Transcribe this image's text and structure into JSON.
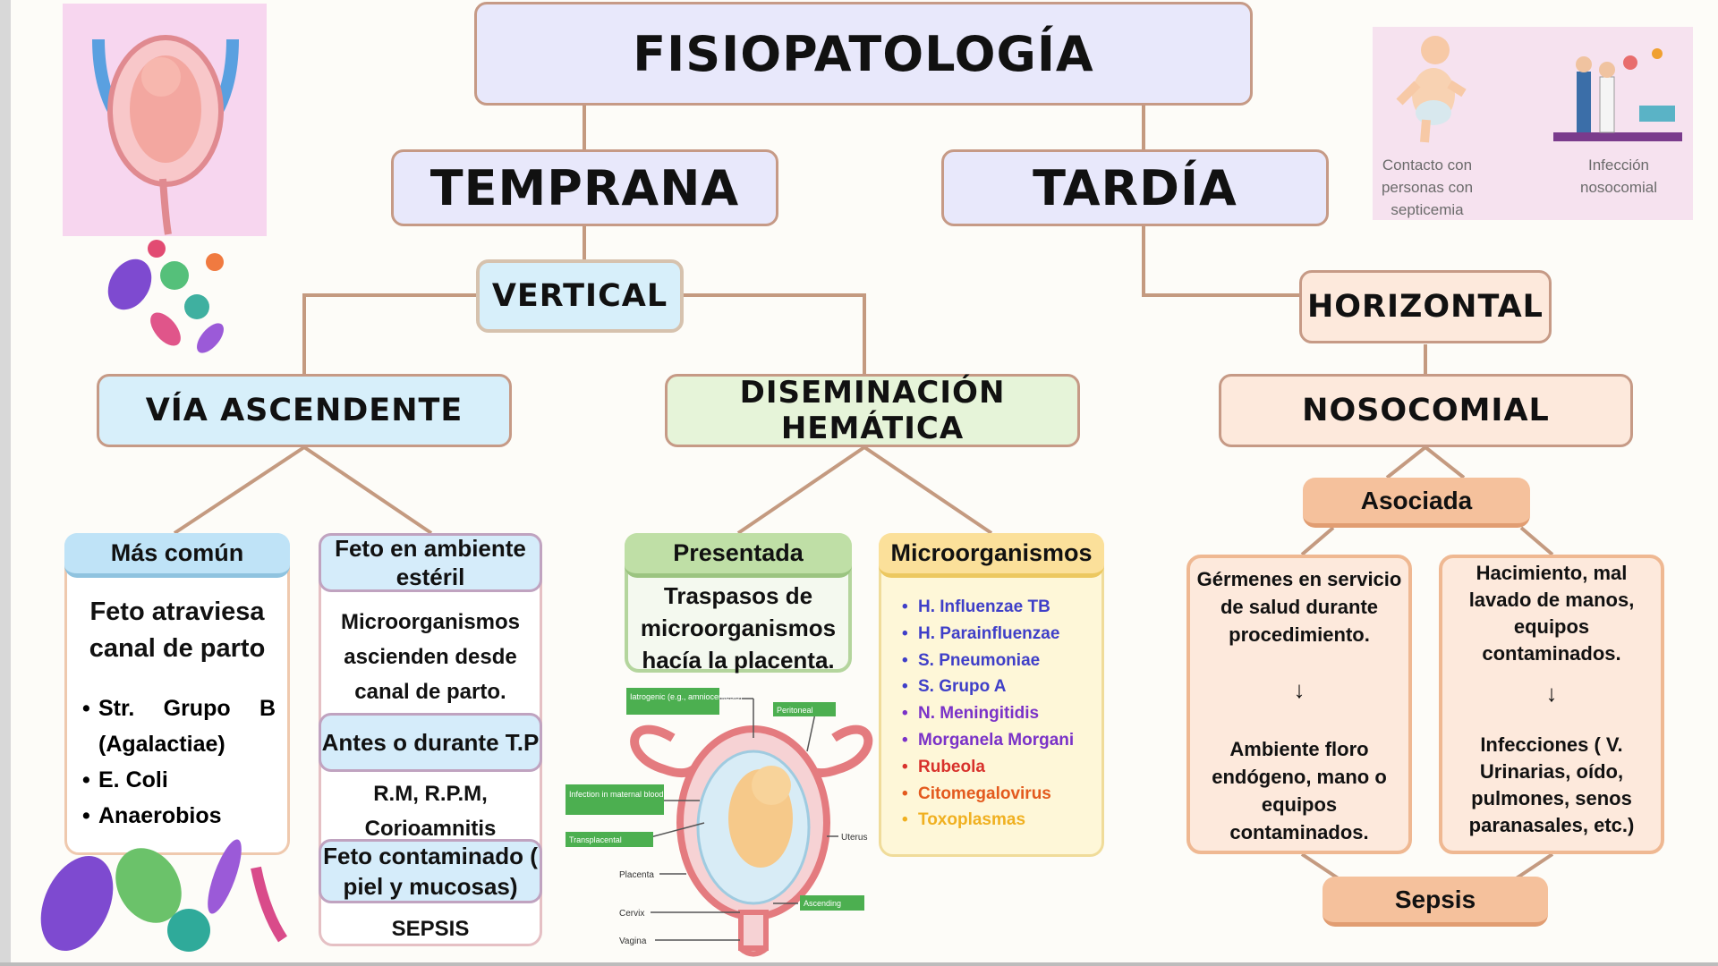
{
  "title": "FISIOPATOLOGÍA",
  "branches": {
    "early": "TEMPRANA",
    "late": "TARDÍA"
  },
  "vertical": {
    "label": "VERTICAL",
    "ascending": {
      "label": "VÍA ASCENDENTE",
      "most_common": {
        "header": "Más común",
        "body": "Feto atraviesa canal de parto",
        "items": [
          "Str.    Grupo    B (Agalactiae)",
          "E. Coli",
          "Anaerobios"
        ]
      },
      "sterile": {
        "header": "Feto en ambiente estéril",
        "body": "Microorganismos ascienden desde canal de parto.",
        "before_header": "Antes o durante T.P",
        "before_body": "R.M, R.P.M, Corioamnitis",
        "contaminated_header": "Feto contaminado ( piel y mucosas)",
        "footer": "SEPSIS"
      }
    },
    "hematic": {
      "label": "DISEMINACIÓN HEMÁTICA",
      "presented": {
        "header": "Presentada",
        "body": "Traspasos de microorganismos hacía la placenta."
      },
      "microorganisms": {
        "header": "Microorganismos",
        "items": [
          {
            "text": "H. Influenzae TB",
            "color": "#3f3fc8"
          },
          {
            "text": "H. Parainfluenzae",
            "color": "#3f3fc8"
          },
          {
            "text": "S. Pneumoniae",
            "color": "#3f3fc8"
          },
          {
            "text": "S. Grupo A",
            "color": "#3f3fc8"
          },
          {
            "text": "N. Meningitidis",
            "color": "#7a32c8"
          },
          {
            "text": "Morganela Morgani",
            "color": "#7a32c8"
          },
          {
            "text": "Rubeola",
            "color": "#d8322c"
          },
          {
            "text": "Citomegalovirus",
            "color": "#e35a1e"
          },
          {
            "text": "Toxoplasmas",
            "color": "#f0b020"
          }
        ]
      },
      "uterus_labels": {
        "iatrogenic": "Iatrogenic (e.g., amniocentesis)",
        "peritoneal": "Peritoneal",
        "maternal": "Infection in maternal blood",
        "transplacental": "Transplacental",
        "uterus": "Uterus",
        "placenta": "Placenta",
        "cervix": "Cervix",
        "ascending": "Ascending",
        "vagina": "Vagina"
      }
    }
  },
  "horizontal": {
    "label": "HORIZONTAL",
    "nosocomial": "NOSOCOMIAL",
    "associated": "Asociada",
    "left_top": "Gérmenes en servicio de salud durante procedimiento.",
    "left_bottom": "Ambiente floro endógeno, mano o equipos contaminados.",
    "right_top": "Hacimiento, mal lavado de manos, equipos contaminados.",
    "right_bottom": "Infecciones ( V. Urinarias, oído, pulmones, senos paranasales, etc.)",
    "arrow": "↓",
    "sepsis": "Sepsis"
  },
  "captions": {
    "contact": "Contacto con personas con septicemia",
    "nosocomial": "Infección nosocomial"
  },
  "colors": {
    "lavender": "#e8e8fb",
    "light_blue": "#d7effa",
    "light_green": "#e6f4d9",
    "peach": "#fde9dc",
    "connector": "#c49a80"
  }
}
